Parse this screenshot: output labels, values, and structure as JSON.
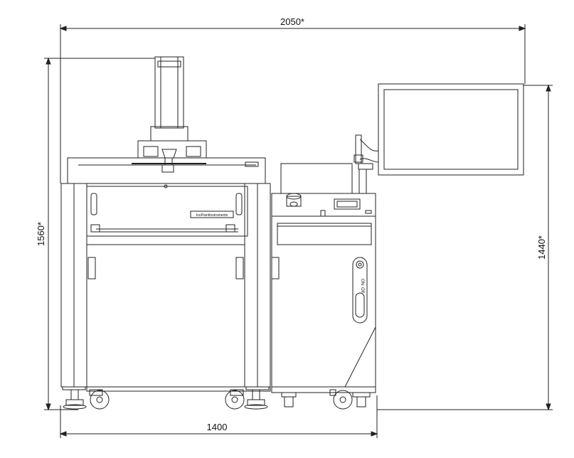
{
  "dimensions": {
    "total_width": "2050*",
    "base_width": "1400",
    "total_height": "1560*",
    "monitor_height": "1440*"
  },
  "labels": {
    "brand_plate": "InoPaintInstruments",
    "switch_on": "ON",
    "switch_off": "Off"
  }
}
